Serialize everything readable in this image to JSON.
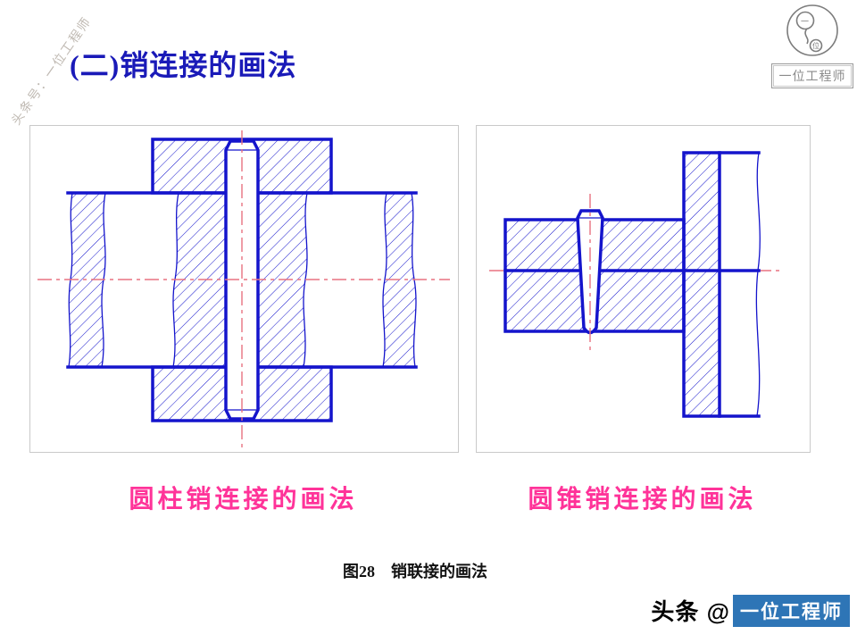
{
  "title": "(二)销连接的画法",
  "watermark": "头条号：一位工程师",
  "logo": {
    "name": "一位工程师"
  },
  "figures": [
    {
      "label": "圆柱销连接的画法"
    },
    {
      "label": "圆锥销连接的画法"
    }
  ],
  "caption": "图28　销联接的画法",
  "footer": {
    "prefix": "头条 @",
    "highlight": "一位工程师"
  },
  "colors": {
    "title": "#1a1ab8",
    "line": "#1414cc",
    "centerline": "#e87280",
    "label": "#ff3399",
    "footer_box": "#2e75b6"
  }
}
